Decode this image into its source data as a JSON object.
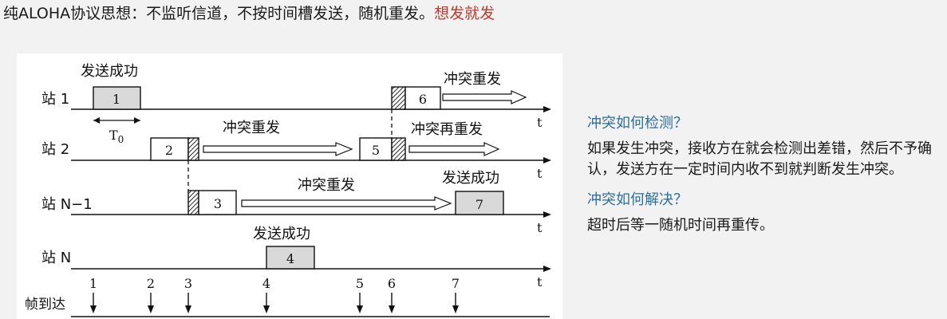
{
  "title": {
    "main": "纯ALOHA协议思想：不监听信道，不按时间槽发送，随机重发。",
    "highlight": "想发就发"
  },
  "diagram": {
    "stations": [
      {
        "id": "s1",
        "label": "站 1"
      },
      {
        "id": "s2",
        "label": "站 2"
      },
      {
        "id": "sn1",
        "label": "站 N−1"
      },
      {
        "id": "sn",
        "label": "站 N"
      }
    ],
    "time_label": "t",
    "arrivals_label": "帧到达",
    "t0_label": "T",
    "t0_sub": "0",
    "frames": [
      {
        "id": "f1",
        "number": "1",
        "status": "success"
      },
      {
        "id": "f2",
        "number": "2",
        "status": "collision"
      },
      {
        "id": "f3",
        "number": "3",
        "status": "collision"
      },
      {
        "id": "f4",
        "number": "4",
        "status": "success"
      },
      {
        "id": "f5",
        "number": "5",
        "status": "collision"
      },
      {
        "id": "f6",
        "number": "6",
        "status": "collision"
      },
      {
        "id": "f7",
        "number": "7",
        "status": "success"
      }
    ],
    "notes": {
      "success": "发送成功",
      "retransmit": "冲突重发",
      "re_retransmit": "冲突再重发"
    },
    "arrivals": [
      "1",
      "2",
      "3",
      "4",
      "5",
      "6",
      "7"
    ]
  },
  "side": {
    "q1": "冲突如何检测？",
    "a1": "如果发生冲突，接收方在就会检测出差错，然后不予确认，发送方在一定时间内收不到就判断发生冲突。",
    "q2": "冲突如何解决？",
    "a2": "超时后等一随机时间再重传。"
  },
  "colors": {
    "accent": "#2e6f9e",
    "highlight": "#c0392b",
    "success_fill": "#d9d9d9"
  }
}
